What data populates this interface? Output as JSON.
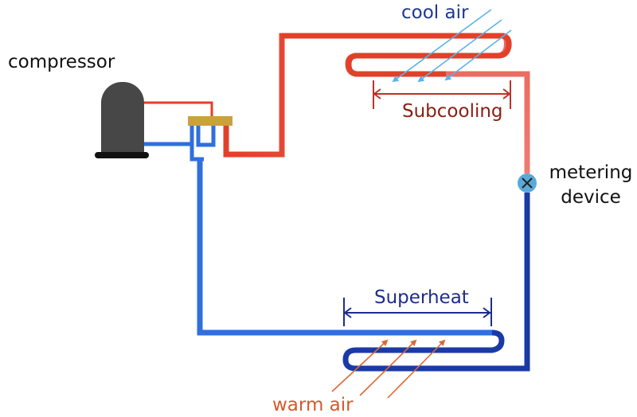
{
  "labels": {
    "compressor": "compressor",
    "cool_air": "cool air",
    "subcooling": "Subcooling",
    "metering_line1": "metering",
    "metering_line2": "device",
    "superheat": "Superheat",
    "warm_air": "warm air"
  },
  "colors": {
    "hot_line": "#e2402a",
    "hot_line_fade": "#ec6b62",
    "cold_line_light": "#2f6fde",
    "cold_line_dark": "#1a3aa5",
    "compressor_body": "#474747",
    "valve": "#c9a23c",
    "cool_air": "#58b4e8",
    "warm_air": "#d96a35",
    "subcooling_text": "#8a1f12",
    "superheat_text": "#1d2d8c",
    "label_blue": "#1e3795",
    "label_orange": "#d35a2c",
    "metering_dot": "#5aa9d8"
  }
}
